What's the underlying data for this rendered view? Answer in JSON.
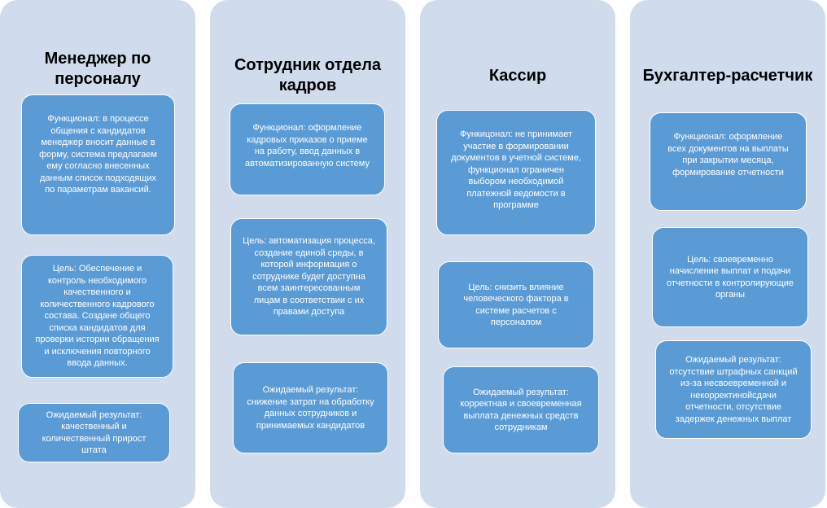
{
  "columns": [
    {
      "title": "Менеджер по\nперсоналу",
      "function": "Функционал:  в процессе\nобщения с кандидатов\nменеджер  вносит данные в\nформу, система предлагаем\nему согласно внесенных\nданным список подходящих\nпо параметрам вакансий.",
      "goal": "Цель: Обеспечение и\nконтроль необходимого\nкачественного и\nколичественного кадрового\nсостава. Создане общего\nсписка кандидатов для\nпроверки истории обращения\nи исключения повторного\nввода данных.",
      "result": "Ожидаемый результат:\nкачественный и\nколичественный прирост\nштата"
    },
    {
      "title": "Сотрудник отдела\nкадров",
      "function": "Функционал: оформление\nкадровых приказов о приеме\nна работу, ввод данных в\nавтоматизированную систему",
      "goal": "Цель: автоматизация процесса,\nсоздание единой среды, в\nкоторой информация о\nсотруднике будет доступна\nвсем заинтересованным\nлицам в соответствии с их\nправами доступа",
      "result": "Ожидаемый результат:\nснижение затрат на обработку\nданных сотрудников и\nпринимаемых кандидатов"
    },
    {
      "title": "Кассир",
      "function": "Функицонал: не принимает\nучастие в формировании\nдокументов в учетной системе,\nфункционал ограничен\nвыбором необходимой\nплатежной ведомости в\nпрограмме",
      "goal": "Цель:  снизить влияние\nчеловеческого фактора в\nсистеме расчетов с\nперсоналом",
      "result": "Ожидаемый результат:\nкорректная и своевременная\nвыплата денежных средств\nсотрудникам"
    },
    {
      "title": "Бухгалтер-расчетчик",
      "function": "Функционал:  оформление\nвсех документов  на выплаты\nпри закрытии месяца,\nформирование отчетности",
      "goal": "Цель: своевременно\nначисление выплат и подачи\nотчетности в контролирующие\nорганы",
      "result": "Ожидаемый результат:\nотсутствие штрафных санкций\nиз-за несвоевременной и\nнекорректинойсдачи\nотчетности, отсутствие\nзадержек денежных выплат"
    }
  ],
  "colors": {
    "column": "#d0dcec",
    "box": "#5b9bd5"
  }
}
